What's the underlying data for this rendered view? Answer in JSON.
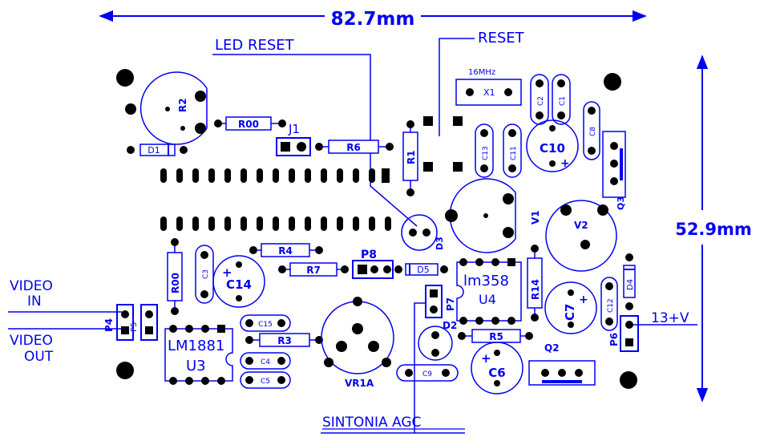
{
  "dimensions": {
    "width": "82.7mm",
    "height": "52.9mm"
  },
  "pointers": {
    "led_reset": "LED RESET",
    "reset": "RESET",
    "video_in_1": "VIDEO",
    "video_in_2": "IN",
    "video_out_1": "VIDEO",
    "video_out_2": "OUT",
    "supply": "13+V",
    "sintonia": "SINTONIA AGC"
  },
  "labels": {
    "r2": "R2",
    "r00_top": "R00",
    "d1": "D1",
    "j1": "J1",
    "r6": "R6",
    "r1": "R1",
    "x1_freq": "16MHz",
    "x1": "X1",
    "c2": "C2",
    "c1": "C1",
    "c13": "C13",
    "c11": "C11",
    "c10": "C10",
    "c8": "C8",
    "q3": "Q3",
    "v1": "V1",
    "v2": "V2",
    "d3": "D3",
    "r4": "R4",
    "p8": "P8",
    "r7": "R7",
    "d5": "D5",
    "r00_left": "R00",
    "c3": "C3",
    "c14": "C14",
    "lm358": "lm358",
    "u4": "U4",
    "r14": "R14",
    "p7": "P7",
    "d2": "D2",
    "c7": "C7",
    "c12": "C12",
    "d4": "D4",
    "p6": "P6",
    "p4": "P4",
    "p5": "P5",
    "c15": "C15",
    "r3": "R3",
    "lm1881": "LM1881",
    "u3": "U3",
    "c4": "C4",
    "c5": "C5",
    "vr1a": "VR1A",
    "c9": "C9",
    "r5": "R5",
    "c6": "C6",
    "q2": "Q2",
    "plus_c14": "+",
    "plus_c10": "+",
    "plus_c7": "+",
    "plus_c6": "+"
  },
  "colors": {
    "ink": "#0000f0",
    "pad": "#000000",
    "background": "#ffffff"
  }
}
